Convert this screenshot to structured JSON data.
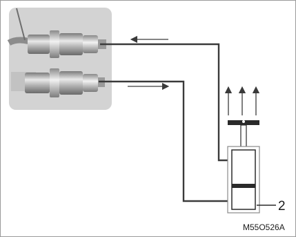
{
  "figure": {
    "callout_number": "2",
    "reference_code": "M55O526A"
  },
  "components": {
    "connectors": [
      "upper-quick-coupler",
      "lower-quick-coupler"
    ],
    "cylinder": "hydraulic-cylinder",
    "flow_arrows": {
      "upper_line": "left",
      "lower_line": "right",
      "above_cylinder": "up"
    }
  },
  "colors": {
    "photo_background": "#d6d6d6",
    "line": "#3a3a3a",
    "outline": "#888888"
  }
}
